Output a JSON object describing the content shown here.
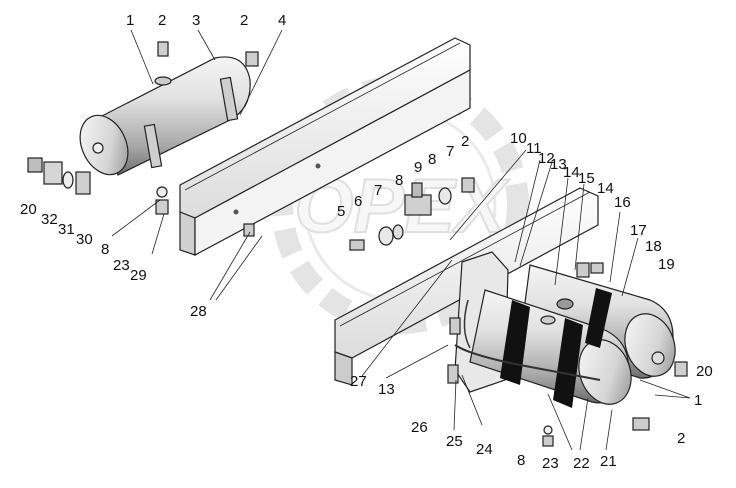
{
  "watermark": {
    "text": "OPEX"
  },
  "callouts": [
    {
      "id": "c1a",
      "text": "1"
    },
    {
      "id": "c2a",
      "text": "2"
    },
    {
      "id": "c3",
      "text": "3"
    },
    {
      "id": "c2b",
      "text": "2"
    },
    {
      "id": "c4",
      "text": "4"
    },
    {
      "id": "c20a",
      "text": "20"
    },
    {
      "id": "c32",
      "text": "32"
    },
    {
      "id": "c31",
      "text": "31"
    },
    {
      "id": "c30",
      "text": "30"
    },
    {
      "id": "c8a",
      "text": "8"
    },
    {
      "id": "c23a",
      "text": "23"
    },
    {
      "id": "c29",
      "text": "29"
    },
    {
      "id": "c28",
      "text": "28"
    },
    {
      "id": "c5",
      "text": "5"
    },
    {
      "id": "c6",
      "text": "6"
    },
    {
      "id": "c7a",
      "text": "7"
    },
    {
      "id": "c8b",
      "text": "8"
    },
    {
      "id": "c9",
      "text": "9"
    },
    {
      "id": "c8c",
      "text": "8"
    },
    {
      "id": "c7b",
      "text": "7"
    },
    {
      "id": "c2c",
      "text": "2"
    },
    {
      "id": "c10",
      "text": "10"
    },
    {
      "id": "c11",
      "text": "11"
    },
    {
      "id": "c12",
      "text": "12"
    },
    {
      "id": "c13a",
      "text": "13"
    },
    {
      "id": "c14a",
      "text": "14"
    },
    {
      "id": "c15",
      "text": "15"
    },
    {
      "id": "c14b",
      "text": "14"
    },
    {
      "id": "c16",
      "text": "16"
    },
    {
      "id": "c17",
      "text": "17"
    },
    {
      "id": "c18",
      "text": "18"
    },
    {
      "id": "c19",
      "text": "19"
    },
    {
      "id": "c20b",
      "text": "20"
    },
    {
      "id": "c1b",
      "text": "1"
    },
    {
      "id": "c2d",
      "text": "2"
    },
    {
      "id": "c27",
      "text": "27"
    },
    {
      "id": "c13b",
      "text": "13"
    },
    {
      "id": "c26",
      "text": "26"
    },
    {
      "id": "c25",
      "text": "25"
    },
    {
      "id": "c24",
      "text": "24"
    },
    {
      "id": "c8d",
      "text": "8"
    },
    {
      "id": "c23b",
      "text": "23"
    },
    {
      "id": "c22",
      "text": "22"
    },
    {
      "id": "c21",
      "text": "21"
    }
  ]
}
